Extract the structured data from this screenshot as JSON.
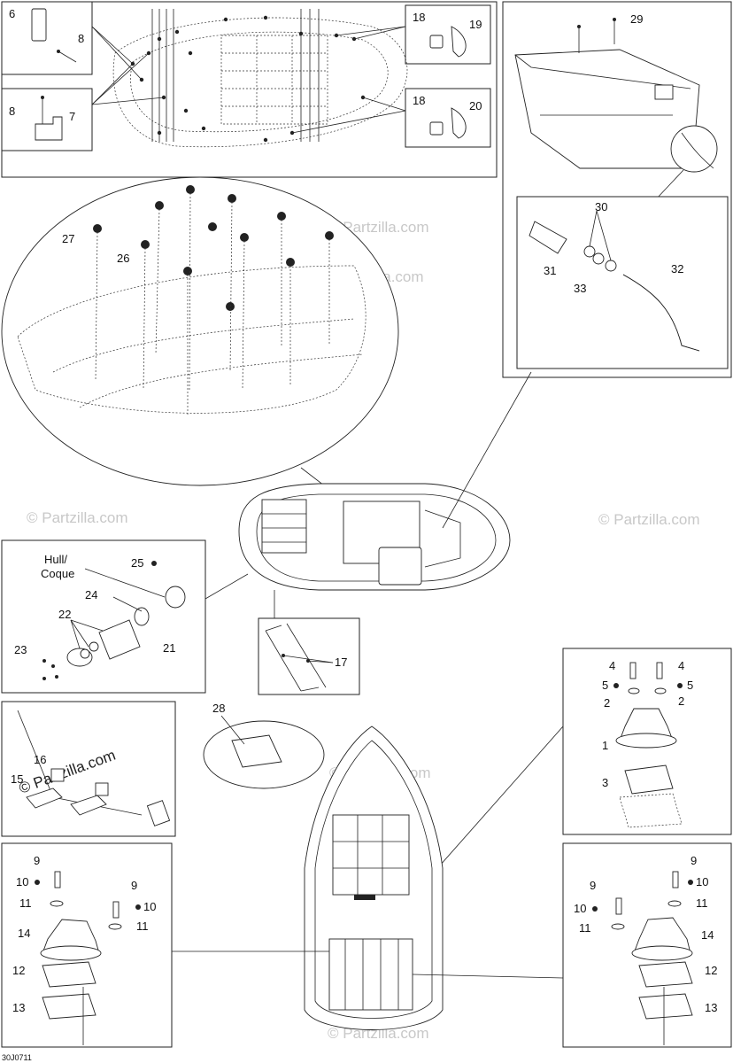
{
  "diagram": {
    "drawing_code": "30J0711",
    "watermark": "© Partzilla.com",
    "hull_label": "Hull/",
    "coque_label": "Coque",
    "callouts": [
      "1",
      "2",
      "3",
      "4",
      "5",
      "6",
      "7",
      "8",
      "9",
      "10",
      "11",
      "12",
      "13",
      "14",
      "15",
      "16",
      "17",
      "18",
      "19",
      "20",
      "21",
      "22",
      "23",
      "24",
      "25",
      "26",
      "27",
      "28",
      "29",
      "30",
      "31",
      "32",
      "33"
    ]
  }
}
